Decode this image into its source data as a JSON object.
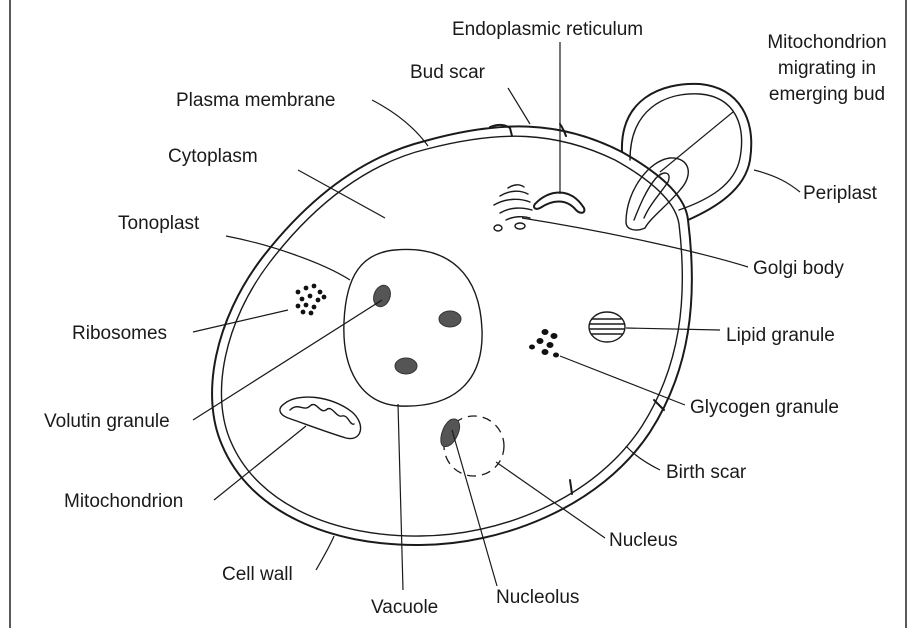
{
  "labels": {
    "endoplasmic_reticulum": "Endoplasmic reticulum",
    "mito_bud_line1": "Mitochondrion",
    "mito_bud_line2": "migrating in",
    "mito_bud_line3": "emerging bud",
    "bud_scar": "Bud scar",
    "plasma_membrane": "Plasma membrane",
    "cytoplasm": "Cytoplasm",
    "periplast": "Periplast",
    "tonoplast": "Tonoplast",
    "golgi_body": "Golgi body",
    "ribosomes": "Ribosomes",
    "lipid_granule": "Lipid granule",
    "volutin_granule": "Volutin granule",
    "glycogen_granule": "Glycogen granule",
    "birth_scar": "Birth scar",
    "mitochondrion": "Mitochondrion",
    "nucleus": "Nucleus",
    "cell_wall": "Cell wall",
    "vacuole": "Vacuole",
    "nucleolus": "Nucleolus"
  }
}
